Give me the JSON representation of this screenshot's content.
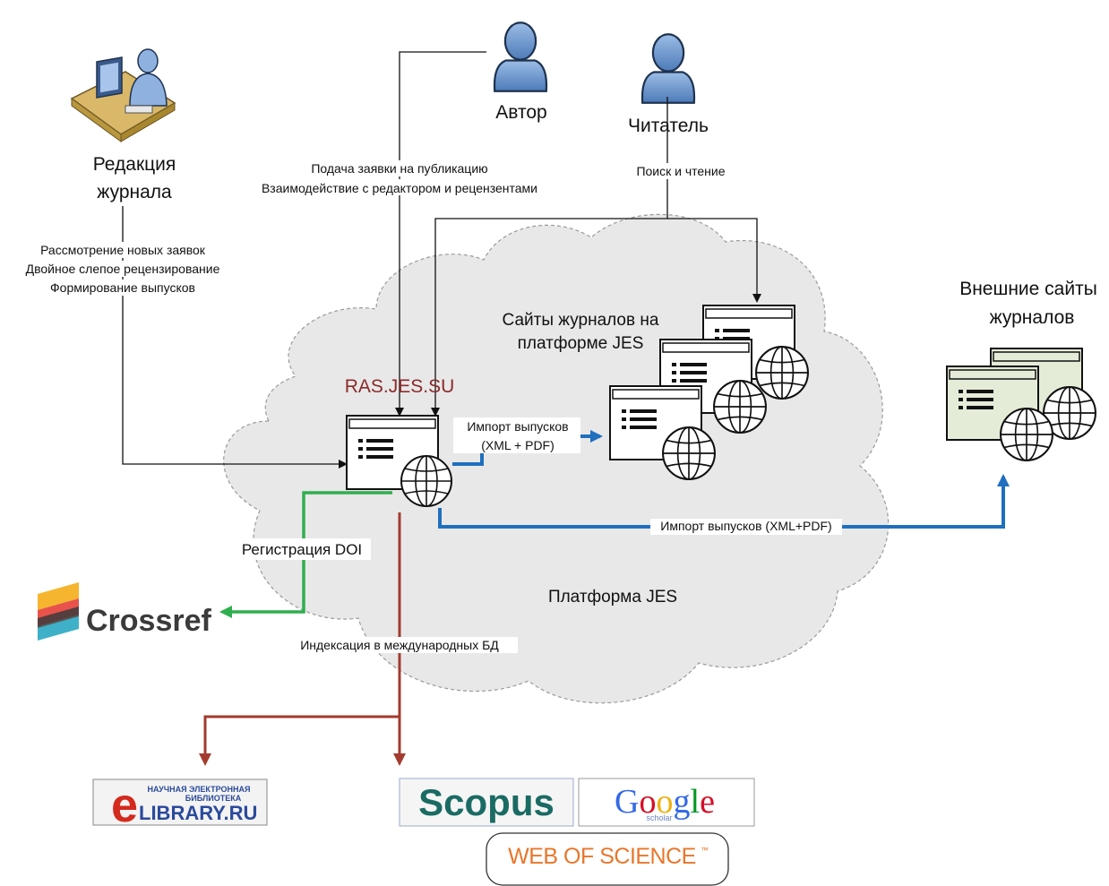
{
  "actors": {
    "author": "Автор",
    "reader": "Читатель",
    "editorial_line1": "Редакция",
    "editorial_line2": "журнала",
    "external_line1": "Внешние сайты",
    "external_line2": "журналов",
    "journal_sites_line1": "Сайты журналов на",
    "journal_sites_line2": "платформе JES",
    "platform": "Платформа JES",
    "ras_site": "RAS.JES.SU"
  },
  "flows": {
    "author_line1": "Подача заявки на публикацию",
    "author_line2": "Взаимодействие с редактором и рецензентами",
    "reader": "Поиск и чтение",
    "editorial_line1": "Рассмотрение новых заявок",
    "editorial_line2": "Двойное слепое рецензирование",
    "editorial_line3": "Формирование выпусков",
    "import_line1": "Импорт выпусков",
    "import_line2": "(XML + PDF)",
    "import_external": "Импорт выпусков (XML+PDF)",
    "doi": "Регистрация DOI",
    "indexing": "Индексация в международных БД"
  },
  "logos": {
    "crossref": "Crossref",
    "elibrary_top1": "НАУЧНАЯ ЭЛЕКТРОННАЯ",
    "elibrary_top2": "БИБЛИОТЕКА",
    "elibrary_main": "LIBRARY.RU",
    "elibrary_e": "e",
    "scopus": "Scopus",
    "google": [
      "G",
      "o",
      "o",
      "g",
      "l",
      "e"
    ],
    "google_sub": "scholar",
    "wos": "WEB OF SCIENCE",
    "wos_tm": "™"
  },
  "colors": {
    "cloud_fill": "#e8e8e8",
    "blue_arrow": "#1f6fbf",
    "green_arrow": "#2fae4f",
    "red_arrow": "#a33b2e",
    "black_arrow": "#111111",
    "scopus": "#1a6b63",
    "elibrary_red": "#d42a1d",
    "elibrary_blue": "#2b4a9b",
    "wos": "#e8762b"
  }
}
